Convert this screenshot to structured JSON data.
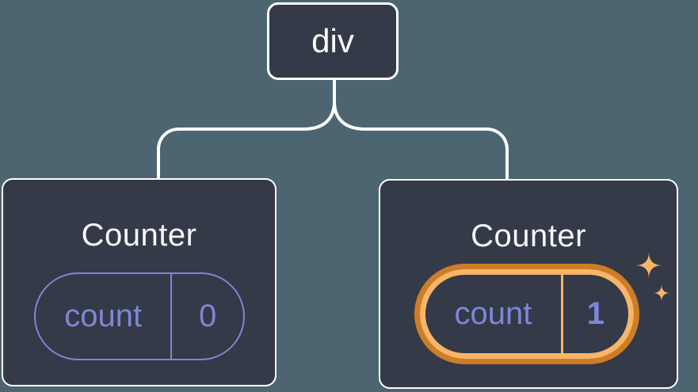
{
  "colors": {
    "background": "#4d6570",
    "node_fill": "#343a47",
    "node_border": "#ffffff",
    "connector": "#ffffff",
    "title_text": "#f6f7f9",
    "state_accent": "#7e86d8",
    "highlight_dark_orange": "#cd7d26",
    "highlight_light_orange": "#f8b567"
  },
  "tree": {
    "root": {
      "label": "div"
    },
    "children": [
      {
        "title": "Counter",
        "state": {
          "name": "count",
          "value": "0"
        },
        "highlighted": false
      },
      {
        "title": "Counter",
        "state": {
          "name": "count",
          "value": "1"
        },
        "highlighted": true
      }
    ]
  }
}
